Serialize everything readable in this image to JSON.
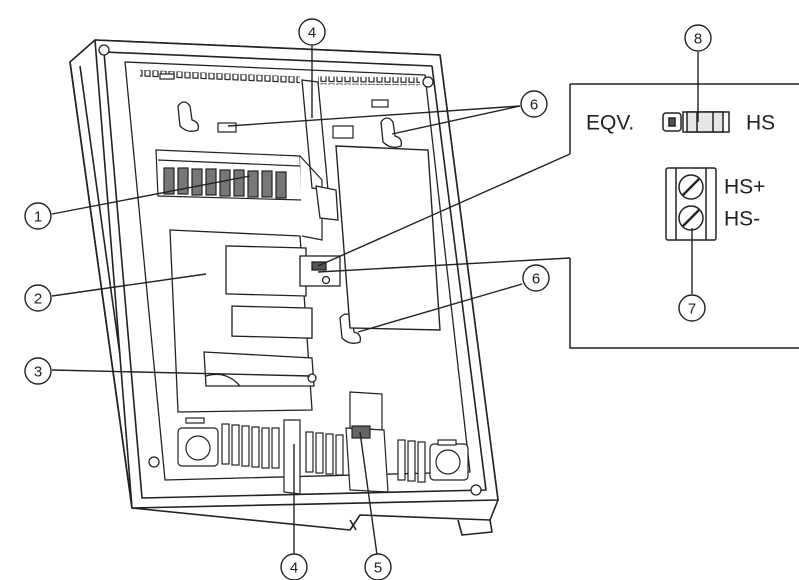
{
  "callouts": {
    "c1": "1",
    "c2": "2",
    "c3": "3",
    "c4_top": "4",
    "c4_bottom": "4",
    "c5": "5",
    "c6_top": "6",
    "c6_bottom": "6",
    "c7": "7",
    "c8": "8"
  },
  "detail": {
    "eqv_label": "EQV.",
    "hs_label": "HS",
    "hs_plus_label": "HS+",
    "hs_minus_label": "HS-"
  }
}
